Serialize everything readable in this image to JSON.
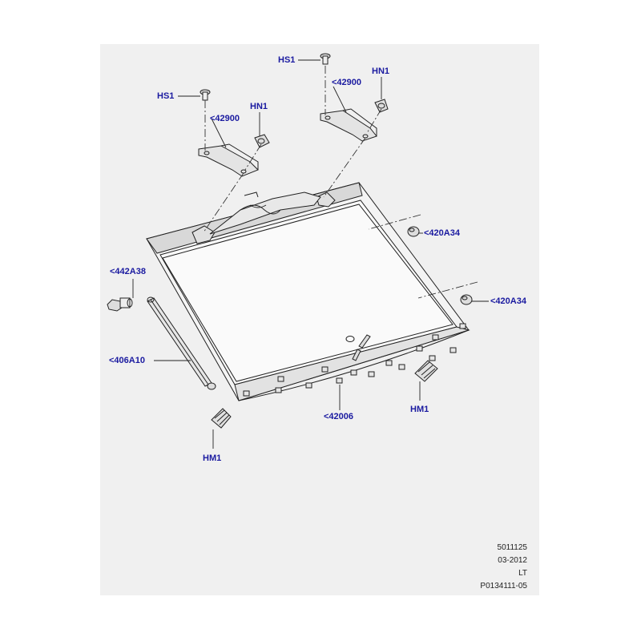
{
  "diagram": {
    "callouts": {
      "hs1_left": "HS1",
      "hs1_right": "HS1",
      "hn1_left": "HN1",
      "hn1_right": "HN1",
      "bracket_left": "<42900",
      "bracket_right": "<42900",
      "clip_upper": "<420A34",
      "clip_lower": "<420A34",
      "ballstud": "<442A38",
      "strut": "<406A10",
      "glass": "<42006",
      "hm1_left": "HM1",
      "hm1_right": "HM1"
    },
    "footer": {
      "code": "5011125",
      "date": "03-2012",
      "region": "LT",
      "ref": "P0134111-05"
    }
  }
}
